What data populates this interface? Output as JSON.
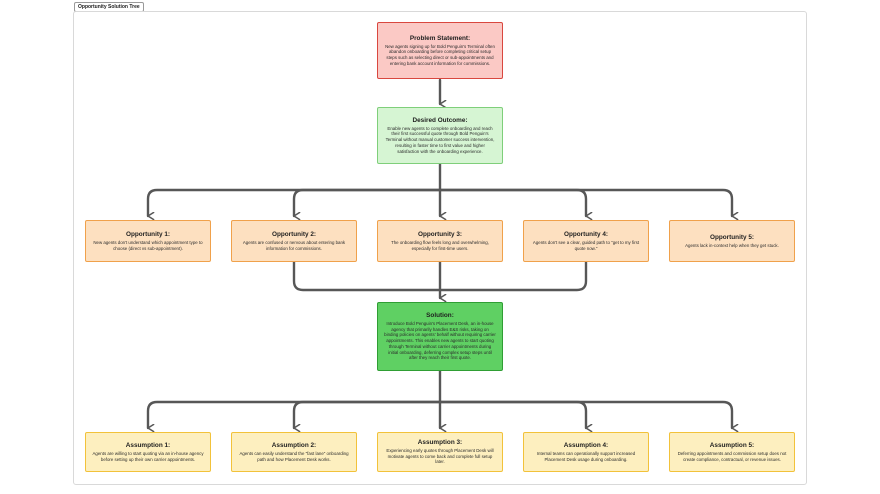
{
  "frame": {
    "title": "Opportunity Solution Tree"
  },
  "problem": {
    "title": "Problem Statement:",
    "text": "New agents signing up for Bold Penguin's Terminal often abandon onboarding before completing critical setup steps such as selecting direct or sub-appointments and entering bank account information for commissions."
  },
  "outcome": {
    "title": "Desired Outcome:",
    "text": "Enable new agents to complete onboarding and reach their first successful quote through Bold Penguin's Terminal without manual customer success intervention, resulting in faster time to first value and higher satisfaction with the onboarding experience."
  },
  "opportunities": [
    {
      "title": "Opportunity 1:",
      "text": "New agents don't understand which appointment type to choose (direct vs sub-appointment)."
    },
    {
      "title": "Opportunity 2:",
      "text": "Agents are confused or nervous about entering bank information for commissions."
    },
    {
      "title": "Opportunity 3:",
      "text": "The onboarding flow feels long and overwhelming, especially for first-time users."
    },
    {
      "title": "Opportunity 4:",
      "text": "Agents don't see a clear, guided path to \"get to my first quote now.\""
    },
    {
      "title": "Opportunity 5:",
      "text": "Agents lack in-context help when they get stuck."
    }
  ],
  "solution": {
    "title": "Solution:",
    "text": "Introduce Bold Penguin's Placement Desk, an in-house agency that primarily handles E&S risks, taking on binding policies on agents' behalf without requiring carrier appointments. This enables new agents to start quoting through Terminal without carrier appointments during initial onboarding, deferring complex setup steps until after they reach their first quote."
  },
  "assumptions": [
    {
      "title": "Assumption 1:",
      "text": "Agents are willing to start quoting via an in-house agency before setting up their own carrier appointments."
    },
    {
      "title": "Assumption 2:",
      "text": "Agents can easily understand the \"fast lane\" onboarding path and how Placement Desk works."
    },
    {
      "title": "Assumption 3:",
      "text": "Experiencing early quotes through Placement Desk will motivate agents to come back and complete full setup later."
    },
    {
      "title": "Assumption 4:",
      "text": "Internal teams can operationally support increased Placement Desk usage during onboarding."
    },
    {
      "title": "Assumption 5:",
      "text": "Deferring appointments and commission setup does not create compliance, contractual, or revenue issues."
    }
  ]
}
